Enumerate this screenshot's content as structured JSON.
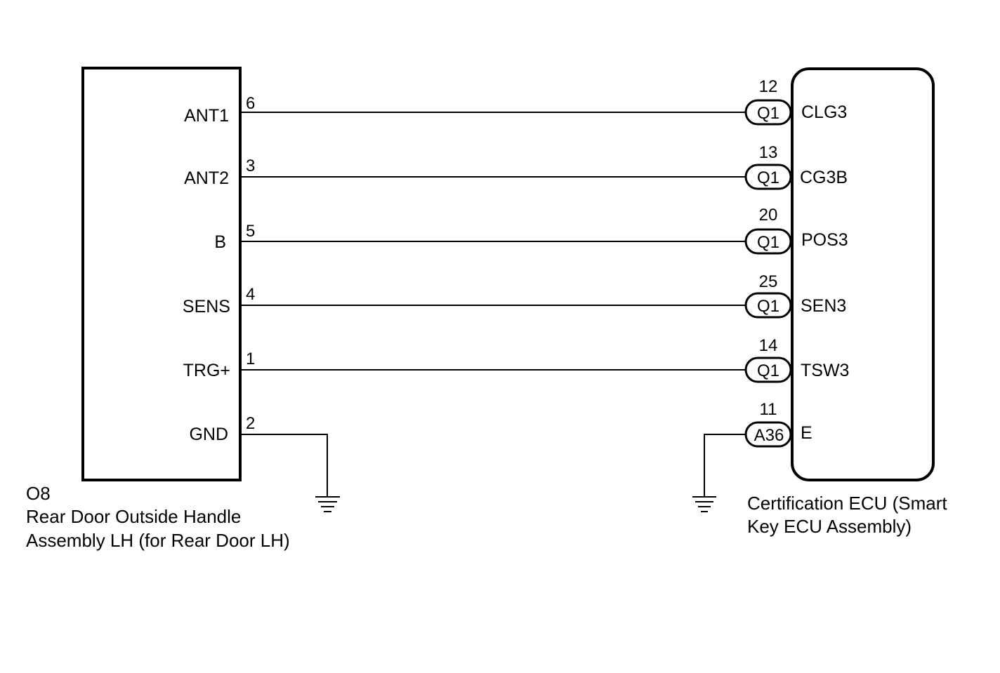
{
  "left_component": {
    "code": "O8",
    "name_line1": "Rear Door Outside Handle",
    "name_line2": "Assembly LH (for Rear Door LH)",
    "pins": [
      {
        "label": "ANT1",
        "pin": "6"
      },
      {
        "label": "ANT2",
        "pin": "3"
      },
      {
        "label": "B",
        "pin": "5"
      },
      {
        "label": "SENS",
        "pin": "4"
      },
      {
        "label": "TRG+",
        "pin": "1"
      },
      {
        "label": "GND",
        "pin": "2"
      }
    ]
  },
  "right_component": {
    "name_line1": "Certification ECU (Smart",
    "name_line2": "Key ECU Assembly)",
    "pins": [
      {
        "label": "CLG3",
        "pin": "12",
        "connector": "Q1"
      },
      {
        "label": "CG3B",
        "pin": "13",
        "connector": "Q1"
      },
      {
        "label": "POS3",
        "pin": "20",
        "connector": "Q1"
      },
      {
        "label": "SEN3",
        "pin": "25",
        "connector": "Q1"
      },
      {
        "label": "TSW3",
        "pin": "14",
        "connector": "Q1"
      },
      {
        "label": "E",
        "pin": "11",
        "connector": "A36"
      }
    ]
  }
}
